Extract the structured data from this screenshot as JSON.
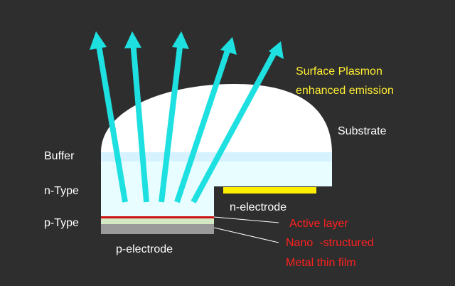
{
  "colors": {
    "background": "#2e2e2e",
    "substrate": "#ffffff",
    "buffer": "#d6f2ff",
    "semiconductor": "#e8fdff",
    "active_layer": "#cc1111",
    "nano_film": "#d4e8c4",
    "p_electrode": "#9a9a9a",
    "n_electrode": "#ffee00",
    "emission_arrows": "#1ee0e0",
    "label_white": "#ffffff",
    "label_yellow": "#ffee33",
    "label_red": "#ff2020",
    "leader_line": "#ffffff"
  },
  "labels": {
    "emission_line1": "Surface Plasmon",
    "emission_line2": "enhanced emission",
    "substrate": "Substrate",
    "buffer": "Buffer",
    "n_type": "n-Type",
    "p_type": "p-Type",
    "n_electrode": "n-electrode",
    "p_electrode": "p-electrode",
    "active_layer": "Active layer",
    "nano_line1": "Nano  -structured",
    "nano_line2": "Metal thin film"
  },
  "emission_arrow_count": 5
}
